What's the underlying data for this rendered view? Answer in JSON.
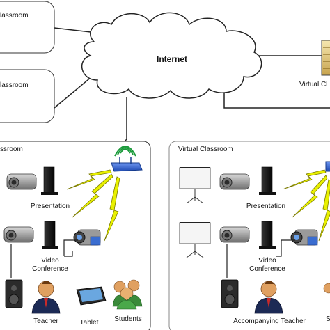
{
  "internet": {
    "label": "Internet"
  },
  "top_boxes": [
    {
      "label": "lassroom"
    },
    {
      "label": "lassroom"
    }
  ],
  "server": {
    "label": "Virtual Cl"
  },
  "left_panel": {
    "title": "ssroom",
    "presentation": "Presentation",
    "video_conference_line1": "Video",
    "video_conference_line2": "Conference",
    "teacher": "Teacher",
    "tablet": "Tablet",
    "students": "Students"
  },
  "right_panel": {
    "title": "Virtual Classroom",
    "presentation": "Presentation",
    "video_conference_line1": "Video",
    "video_conference_line2": "Conference",
    "accompanying_teacher": "Accompanying Teacher",
    "partial_label": "S"
  },
  "colors": {
    "lightning": "#e8f000",
    "lightning_stroke": "#7a7a00",
    "router": "#2a5cc9",
    "line": "#222222"
  }
}
